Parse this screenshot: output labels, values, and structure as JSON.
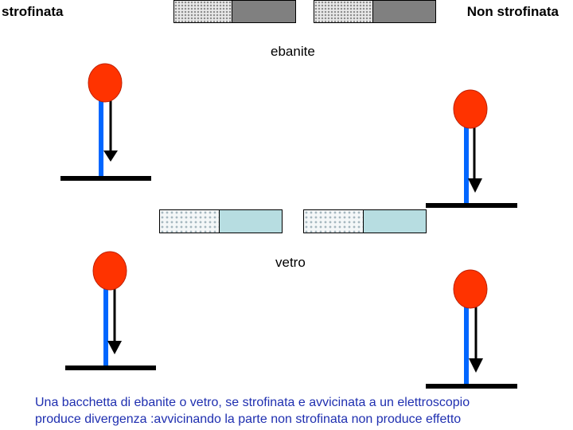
{
  "labels": {
    "rubbed": "strofinata",
    "not_rubbed": "Non strofinata",
    "ebonite": "ebanite",
    "glass": "vetro"
  },
  "caption": {
    "line1": "Una bacchetta di ebanite o vetro, se strofinata e avvicinata a un elettroscopio",
    "line2": "produce divergenza :avvicinando la parte non strofinata non produce effetto"
  },
  "colors": {
    "ball": "#ff3300",
    "stem": "#0066ff",
    "leaf": "#000000",
    "caption": "#1f2fb0"
  }
}
